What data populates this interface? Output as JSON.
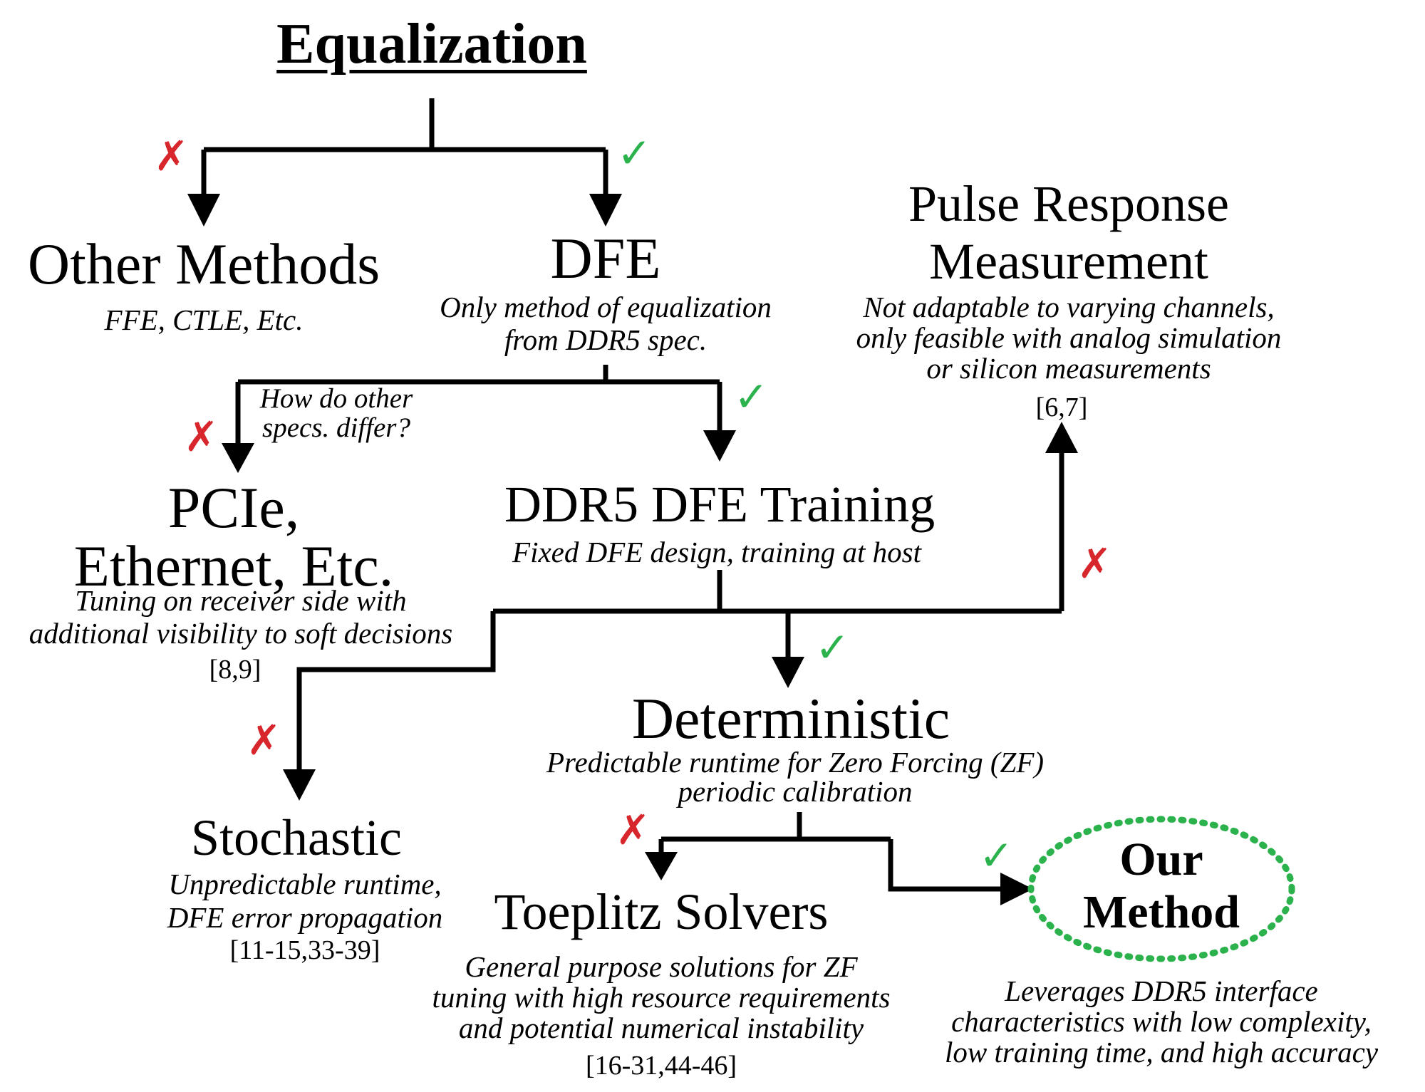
{
  "title": "Equalization",
  "nodes": {
    "other_methods": {
      "title": "Other Methods",
      "desc": "FFE, CTLE, Etc."
    },
    "dfe": {
      "title": "DFE",
      "desc": [
        "Only method of equalization",
        "from DDR5 spec."
      ]
    },
    "pulse_response": {
      "title": [
        "Pulse Response",
        "Measurement"
      ],
      "desc": [
        "Not adaptable to varying channels,",
        "only feasible with analog simulation",
        "or silicon measurements"
      ],
      "ref": "[6,7]"
    },
    "pcie": {
      "title": [
        "PCIe,",
        "Ethernet, Etc."
      ],
      "desc": [
        "Tuning on receiver side with",
        "additional visibility to soft decisions"
      ],
      "ref": "[8,9]"
    },
    "ddr5_dfe_training": {
      "title": "DDR5 DFE Training",
      "desc": "Fixed DFE design, training at host"
    },
    "deterministic": {
      "title": "Deterministic",
      "desc": [
        "Predictable runtime for Zero Forcing (ZF)",
        "periodic calibration"
      ]
    },
    "stochastic": {
      "title": "Stochastic",
      "desc": [
        "Unpredictable runtime,",
        "DFE error propagation"
      ],
      "ref": "[11-15,33-39]"
    },
    "toeplitz": {
      "title": "Toeplitz Solvers",
      "desc": [
        "General purpose solutions for ZF",
        "tuning with high resource requirements",
        "and potential numerical instability"
      ],
      "ref": "[16-31,44-46]"
    },
    "our_method": {
      "title": [
        "Our",
        "Method"
      ],
      "desc": [
        "Leverages DDR5 interface",
        "characteristics with low complexity,",
        "low training time, and high accuracy"
      ]
    }
  },
  "edge_labels": {
    "how_differ": [
      "How do other",
      "specs. differ?"
    ]
  },
  "marks": {
    "reject": "✗",
    "accept": "✓"
  },
  "colors": {
    "reject": "#d7262c",
    "accept": "#2bb24c",
    "highlight_border": "#2bb24c",
    "line": "#000000"
  }
}
